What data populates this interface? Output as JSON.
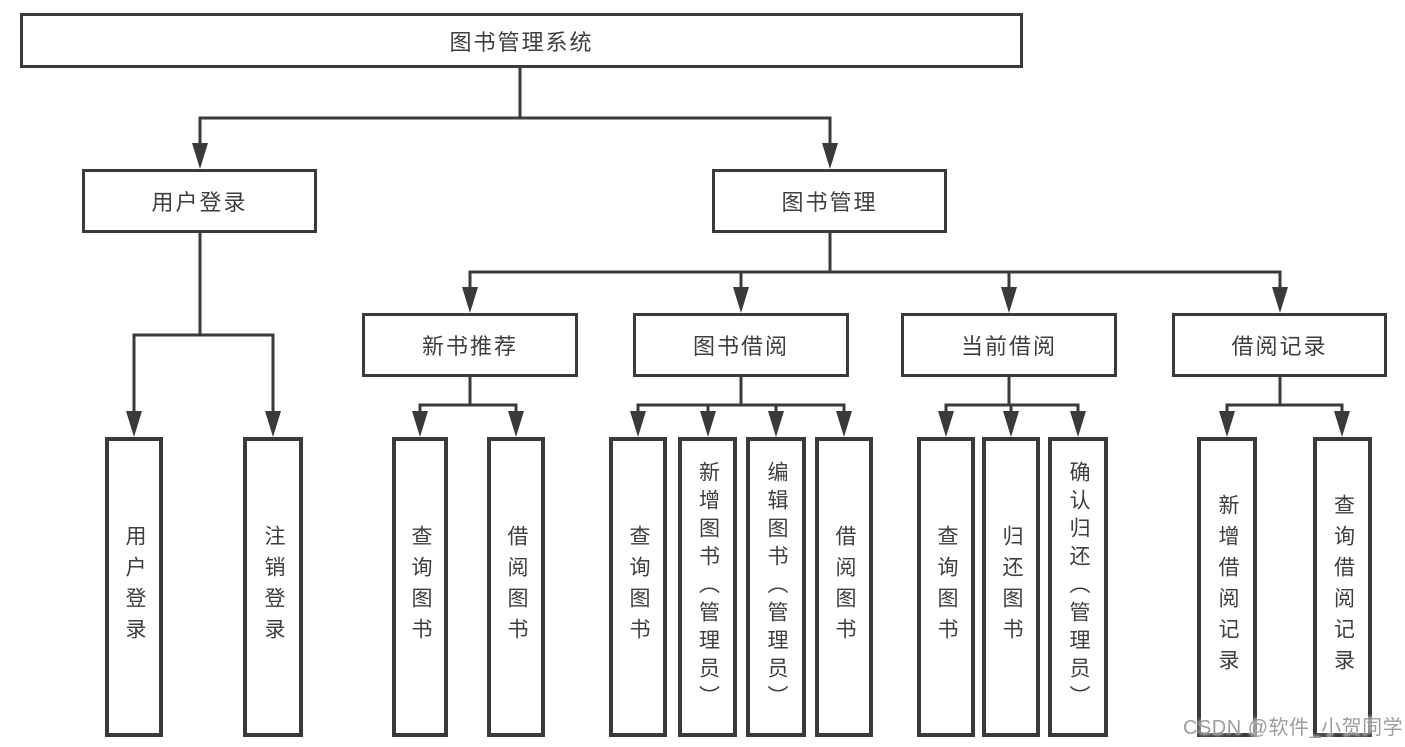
{
  "tree": {
    "root": {
      "label": "图书管理系统"
    },
    "branches": [
      {
        "label": "用户登录",
        "children": [
          {
            "label": "用户登录"
          },
          {
            "label": "注销登录"
          }
        ]
      },
      {
        "label": "图书管理",
        "children": [
          {
            "label": "新书推荐",
            "children": [
              {
                "label": "查询图书"
              },
              {
                "label": "借阅图书"
              }
            ]
          },
          {
            "label": "图书借阅",
            "children": [
              {
                "label": "查询图书"
              },
              {
                "label": "新增图书（管理员）"
              },
              {
                "label": "编辑图书（管理员）"
              },
              {
                "label": "借阅图书"
              }
            ]
          },
          {
            "label": "当前借阅",
            "children": [
              {
                "label": "查询图书"
              },
              {
                "label": "归还图书"
              },
              {
                "label": "确认归还（管理员）"
              }
            ]
          },
          {
            "label": "借阅记录",
            "children": [
              {
                "label": "新增借阅记录"
              },
              {
                "label": "查询借阅记录"
              }
            ]
          }
        ]
      }
    ]
  },
  "watermark": {
    "text": "CSDN @软件_小贺同学"
  },
  "colors": {
    "line": "#3a3a3a",
    "text": "#3e3e3e",
    "background": "#ffffff",
    "watermark": "#8c8c8c"
  }
}
